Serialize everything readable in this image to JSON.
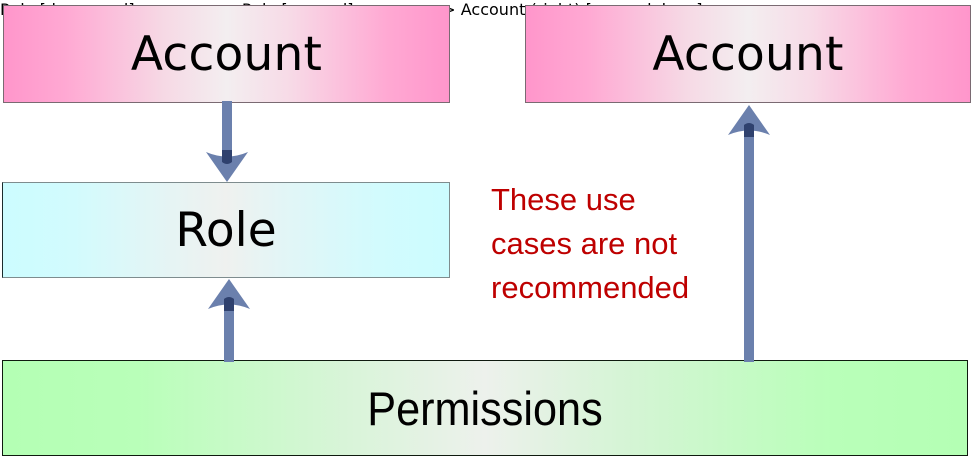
{
  "diagram": {
    "title": "Account / Role / Permissions relationship",
    "background": "#ffffff",
    "nodes": {
      "account_left": {
        "label": "Account",
        "fill_edge": "#ff96cb",
        "fill_center": "#f3eef0",
        "border": "#7a6a72"
      },
      "account_right": {
        "label": "Account",
        "fill_edge": "#ff96cb",
        "fill_center": "#f3eef0",
        "border": "#7a6a72"
      },
      "role": {
        "label": "Role",
        "fill_edge": "#ccfcff",
        "fill_center": "#eff1ef",
        "border": "#7e8c8e"
      },
      "permissions": {
        "label": "Permissions",
        "fill_edge": "#b4ffb4",
        "fill_center": "#edf1ec",
        "border": "#0f1a0f"
      }
    },
    "arrows": {
      "color_shaft": "#6b80ad",
      "color_head": "#4a5f92",
      "account_to_role": {
        "name": "arrow-account-to-role",
        "direction": "down",
        "from": "account_left",
        "to": "role"
      },
      "permissions_to_role": {
        "name": "arrow-permissions-to-role",
        "direction": "up",
        "from": "permissions",
        "to": "role"
      },
      "permissions_to_account": {
        "name": "arrow-permissions-to-account",
        "direction": "up",
        "from": "permissions",
        "to": "account_right"
      }
    },
    "annotation": {
      "text": "These use\ncases are not\nrecommended",
      "color": "#be0000"
    }
  }
}
